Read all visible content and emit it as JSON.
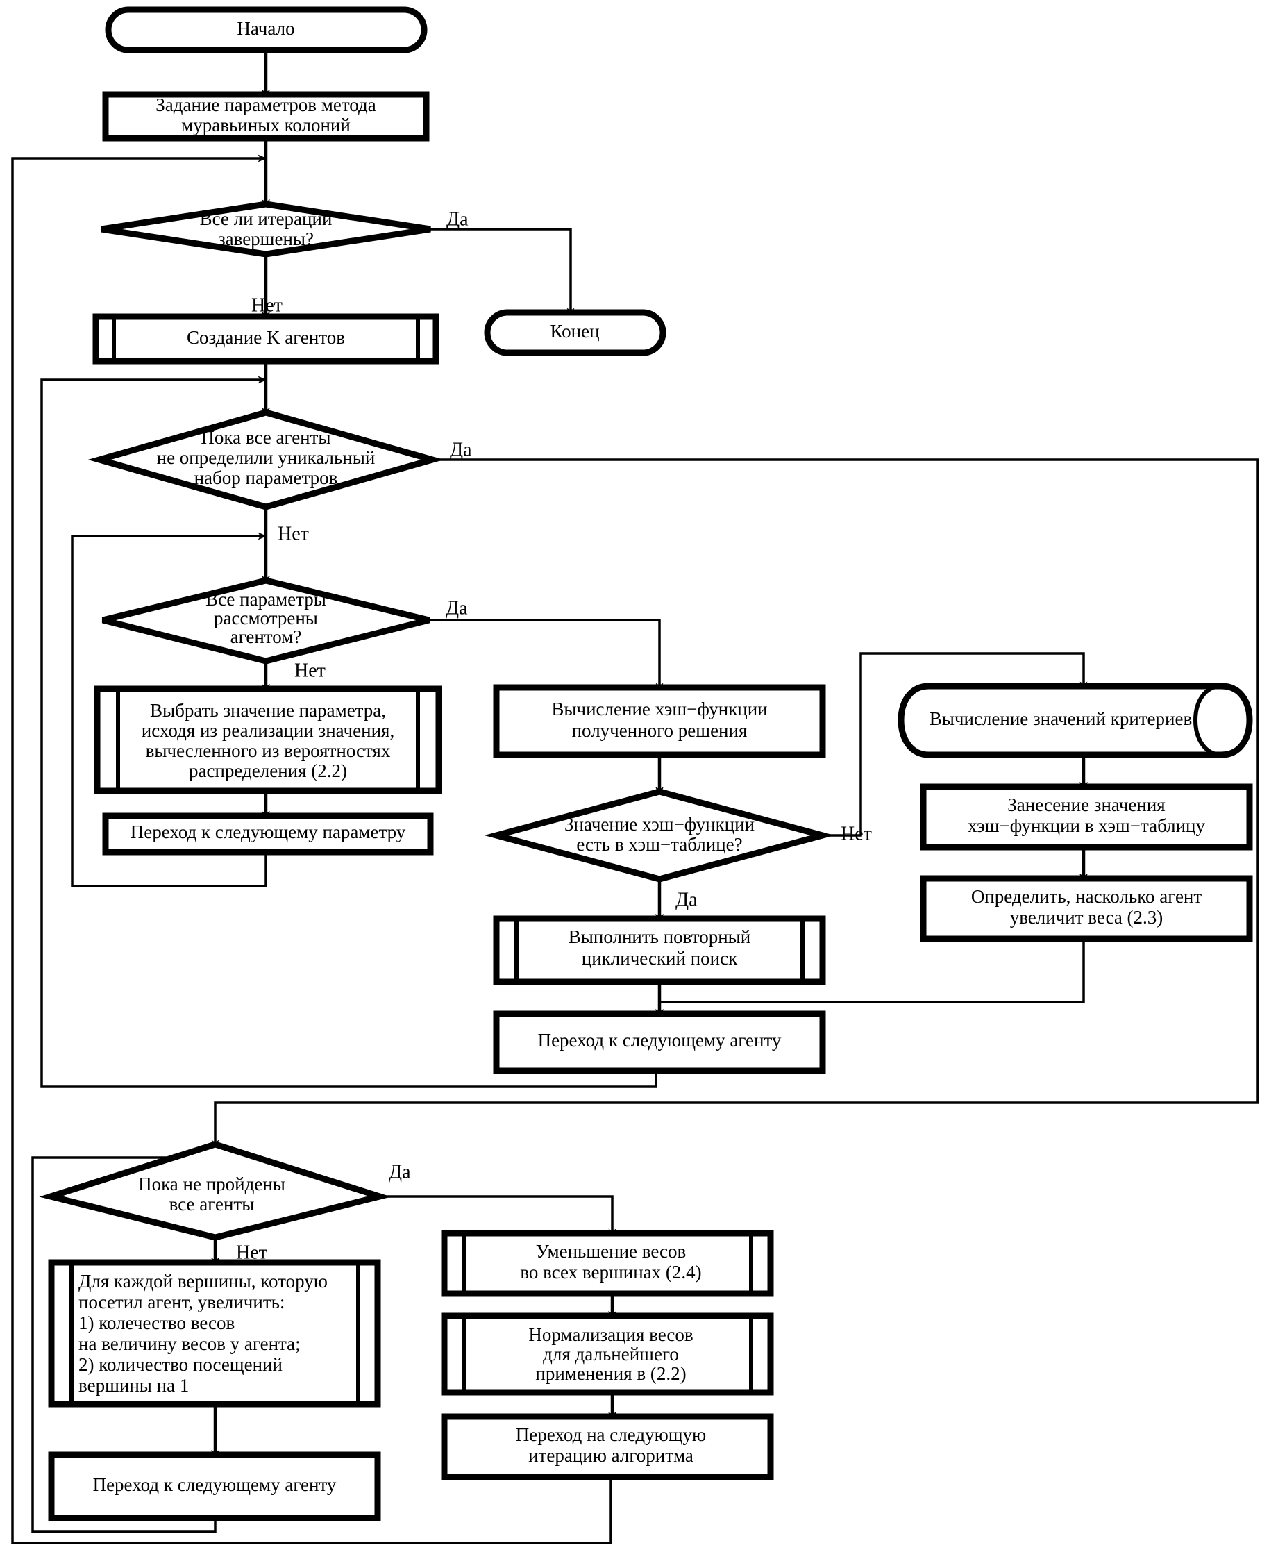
{
  "diagram": {
    "title": "Блок-схема метода муравьиных колоний",
    "language": "ru",
    "colors": {
      "stroke": "#000000",
      "fill": "#ffffff",
      "text": "#000000"
    },
    "nodes": {
      "start": {
        "shape": "terminator",
        "label": "Начало"
      },
      "set_params": {
        "shape": "process",
        "lines": [
          "Задание параметров метода",
          "муравьиных колоний"
        ]
      },
      "iter_done": {
        "shape": "decision",
        "lines": [
          "Все ли итерации",
          "завершены?"
        ]
      },
      "end": {
        "shape": "terminator",
        "label": "Конец"
      },
      "create_agents": {
        "shape": "predefined-process",
        "lines": [
          "Создание K агентов"
        ]
      },
      "agents_unique": {
        "shape": "decision",
        "lines": [
          "Пока все агенты",
          "не определили уникальный",
          "набор параметров"
        ]
      },
      "params_done": {
        "shape": "decision",
        "lines": [
          "Все параметры",
          "рассмотрены",
          "агентом?"
        ]
      },
      "choose_value": {
        "shape": "predefined-process",
        "lines": [
          "Выбрать значение параметра,",
          "исходя из реализации значения,",
          "вычесленного из вероятностях",
          "распределения (2.2)"
        ]
      },
      "next_param": {
        "shape": "process",
        "lines": [
          "Переход к следующему параметру"
        ]
      },
      "hash_calc": {
        "shape": "process",
        "lines": [
          "Вычисление хэш−функции",
          "полученного решения"
        ]
      },
      "hash_in_table": {
        "shape": "decision",
        "lines": [
          "Значение хэш−функции",
          "есть в хэш−таблице?"
        ]
      },
      "repeat_search": {
        "shape": "predefined-process",
        "lines": [
          "Выполнить повторный",
          "циклический поиск"
        ]
      },
      "next_agent_top": {
        "shape": "process",
        "lines": [
          "Переход к следующему агенту"
        ]
      },
      "calc_criteria": {
        "shape": "stored-data",
        "lines": [
          "Вычисление значений критериев"
        ]
      },
      "store_hash": {
        "shape": "process",
        "lines": [
          "Занесение значения",
          "хэш−функции в хэш−таблицу"
        ]
      },
      "determine_increase": {
        "shape": "process",
        "lines": [
          "Определить, насколько агент",
          "увеличит веса (2.3)"
        ]
      },
      "all_agents_passed": {
        "shape": "decision",
        "lines": [
          "Пока не пройдены",
          "все агенты"
        ]
      },
      "increase_weights": {
        "shape": "predefined-process",
        "lines": [
          "Для каждой вершины, которую",
          "посетил агент, увеличить:",
          "1) колечество весов",
          "на величину весов у агента;",
          "2) количество посещений",
          "вершины на 1"
        ]
      },
      "next_agent_bottom": {
        "shape": "process",
        "lines": [
          "Переход к следующему агенту"
        ]
      },
      "decrease_weights": {
        "shape": "predefined-process",
        "lines": [
          "Уменьшение весов",
          "во всех вершинах (2.4)"
        ]
      },
      "normalize_weights": {
        "shape": "predefined-process",
        "lines": [
          "Нормализация весов",
          "для дальнейшего",
          "применения в (2.2)"
        ]
      },
      "next_iteration": {
        "shape": "process",
        "lines": [
          "Переход на следующую",
          "итерацию алгоритма"
        ]
      }
    },
    "edge_labels": {
      "iter_done_yes": "Да",
      "iter_done_no": "Нет",
      "agents_unique_yes": "Да",
      "agents_unique_no": "Нет",
      "params_done_yes": "Да",
      "params_done_no": "Нет",
      "hash_in_table_no": "Нет",
      "hash_in_table_yes": "Да",
      "all_agents_passed_yes": "Да",
      "all_agents_passed_no": "Нет"
    }
  }
}
